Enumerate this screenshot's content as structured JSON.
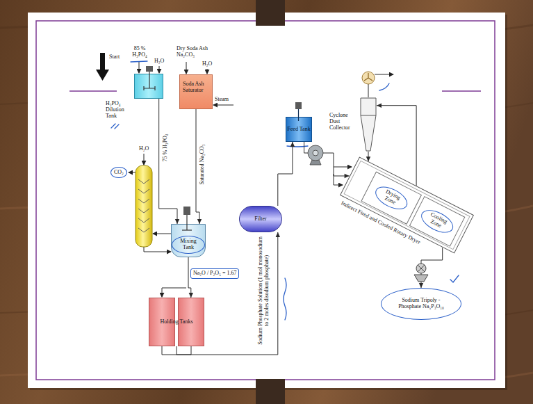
{
  "diagram": {
    "nodes": [
      {
        "text": [
          "H₃PO₄ Dilution Tank"
        ]
      },
      {
        "text": [
          "Soda Ash Saturator"
        ]
      },
      {
        "text": [
          "Mixing Tank"
        ]
      },
      {
        "text": [
          "Holding Tanks"
        ]
      },
      {
        "text": [
          "Filter"
        ]
      },
      {
        "text": [
          "Feed Tank"
        ]
      },
      {
        "text": [
          "Cyclone Dust Collector"
        ]
      },
      {
        "text": [
          "Indirect Fired and Cooled Rotary Dryer"
        ]
      },
      {
        "text": [
          "Drying Zone"
        ],
        "in": 7
      },
      {
        "text": [
          "Cooling Zone"
        ],
        "in": 7
      },
      {
        "text": [
          "Sodium Tripoly - Phosphate Na₅P₃O₁₀"
        ]
      }
    ],
    "edges": [
      {
        "from": 0,
        "to": 2,
        "label": "75 % H₃PO₄",
        "arrow": "to"
      },
      {
        "from": 1,
        "to": 2,
        "label": "Saturated Na₂CO₃",
        "arrow": "to"
      },
      {
        "from": 2,
        "to": 3,
        "arrow": "to"
      },
      {
        "from": 3,
        "to": 4,
        "label": "Sodium Phosphate Solution (1 mol monosodium to 2 moles disodium phosphate)",
        "arrow": "to"
      },
      {
        "from": 4,
        "to": 5,
        "arrow": "to"
      },
      {
        "from": 5,
        "to": 7,
        "arrow": "to"
      },
      {
        "from": 7,
        "to": 6,
        "arrow": "to"
      },
      {
        "from": 6,
        "to": 7,
        "arrow": "to"
      },
      {
        "from": 7,
        "to": 10,
        "arrow": "to"
      }
    ],
    "labels": [
      "Start",
      "85 % H₃PO₄",
      "H₂O",
      "Dry Soda Ash Na₂CO₃",
      "H₂O",
      "Steam",
      "H₂O",
      "CO₂",
      "Na₂O / P₂O₅ = 1.67"
    ]
  }
}
